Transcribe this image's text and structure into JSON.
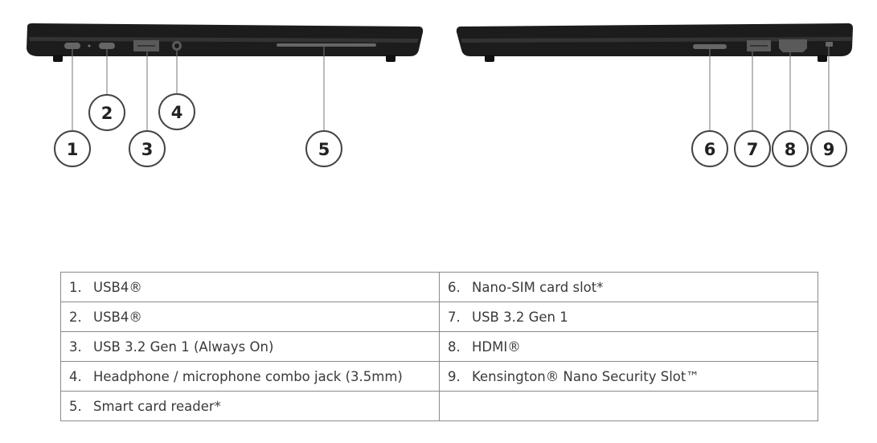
{
  "callouts": [
    "1",
    "2",
    "3",
    "4",
    "5",
    "6",
    "7",
    "8",
    "9"
  ],
  "ports_table": {
    "rows": [
      [
        {
          "num": "1.",
          "label": "USB4®"
        },
        {
          "num": "6.",
          "label": "Nano-SIM card slot*"
        }
      ],
      [
        {
          "num": "2.",
          "label": "USB4®"
        },
        {
          "num": "7.",
          "label": "USB 3.2 Gen 1"
        }
      ],
      [
        {
          "num": "3.",
          "label": "USB 3.2 Gen 1 (Always On)"
        },
        {
          "num": "8.",
          "label": "HDMI®"
        }
      ],
      [
        {
          "num": "4.",
          "label": "Headphone / microphone combo jack (3.5mm)"
        },
        {
          "num": "9.",
          "label": "Kensington® Nano Security Slot™"
        }
      ],
      [
        {
          "num": "5.",
          "label": "Smart card reader*"
        },
        {
          "num": "",
          "label": ""
        }
      ]
    ]
  }
}
